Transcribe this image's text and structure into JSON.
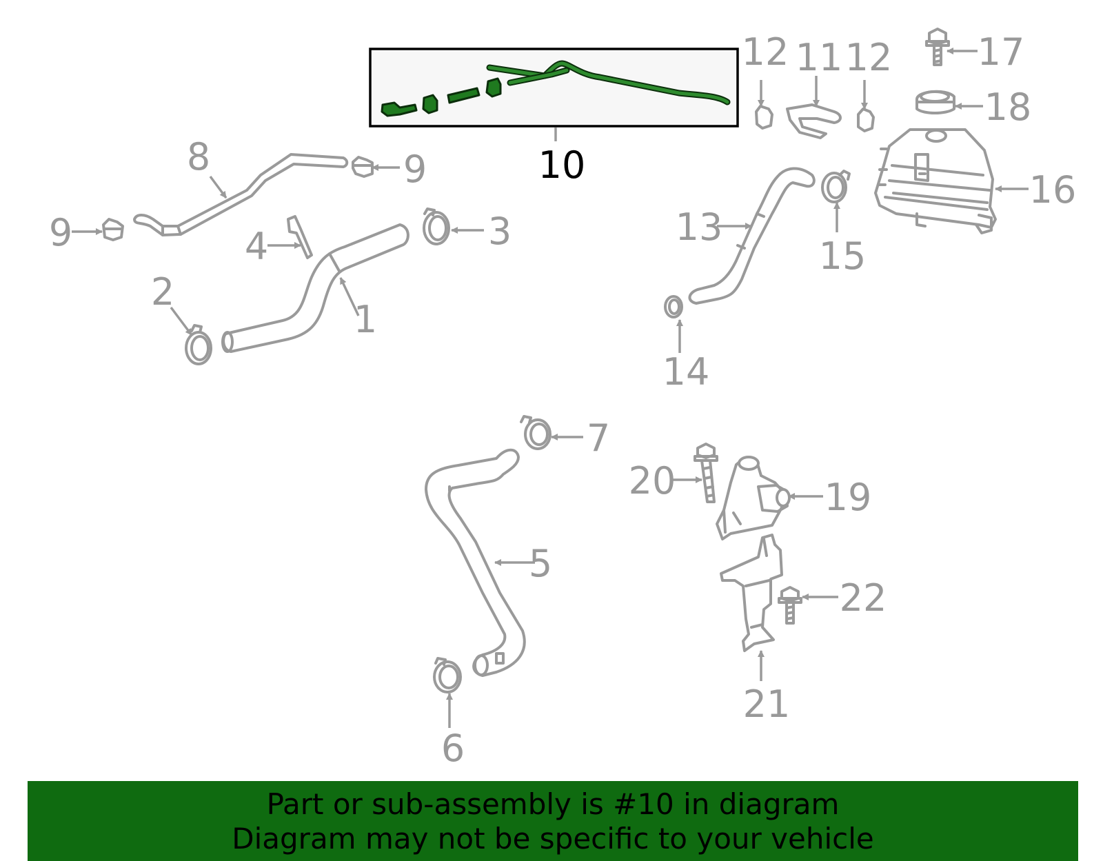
{
  "callouts": {
    "c1": "1",
    "c2": "2",
    "c3": "3",
    "c4": "4",
    "c5": "5",
    "c6": "6",
    "c7": "7",
    "c8": "8",
    "c9a": "9",
    "c9b": "9",
    "c10": "10",
    "c11": "11",
    "c12a": "12",
    "c12b": "12",
    "c13": "13",
    "c14": "14",
    "c15": "15",
    "c16": "16",
    "c17": "17",
    "c18": "18",
    "c19": "19",
    "c20": "20",
    "c21": "21",
    "c22": "22"
  },
  "highlight": {
    "part_number": "10",
    "color": "#1f7a1f"
  },
  "banner": {
    "line1": "Part or sub-assembly is #10 in diagram",
    "line2": "Diagram may not be specific to your vehicle",
    "background": "#0f6b10"
  }
}
